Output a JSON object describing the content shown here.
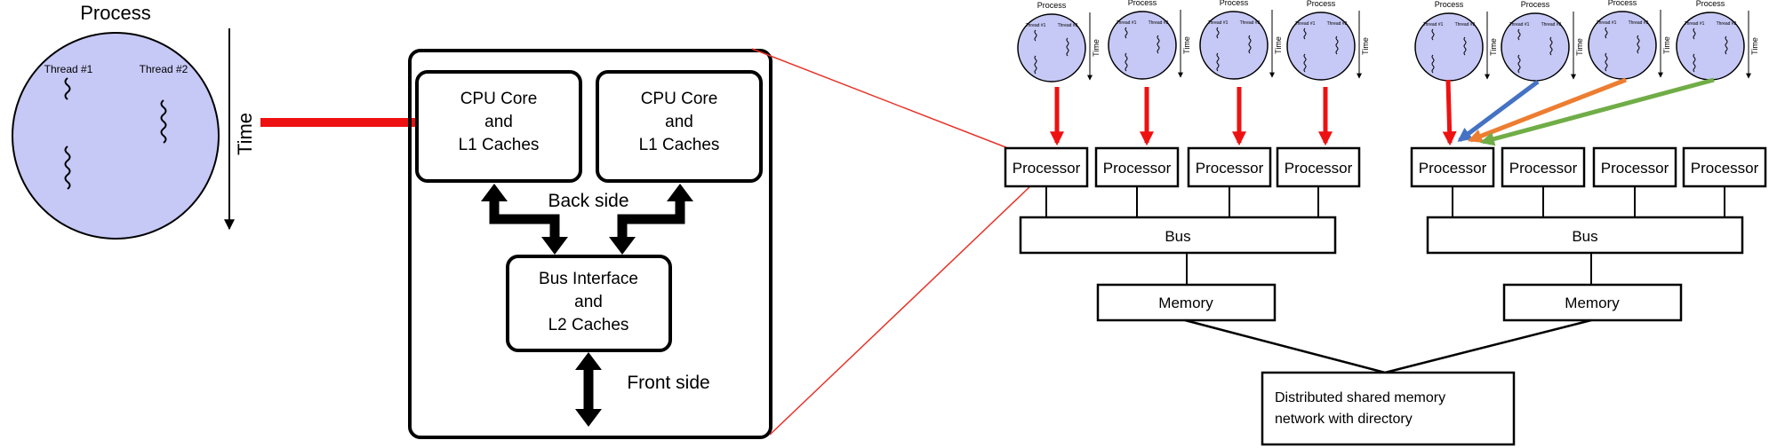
{
  "big_process": {
    "title": "Process",
    "thread1": "Thread #1",
    "thread2": "Thread #2",
    "time_label": "Time"
  },
  "cpu_chip": {
    "core_left": [
      "CPU Core",
      "and",
      "L1 Caches"
    ],
    "core_right": [
      "CPU Core",
      "and",
      "L1 Caches"
    ],
    "back_side": "Back side",
    "bus_interface": [
      "Bus Interface",
      "and",
      "L2 Caches"
    ],
    "front_side": "Front side"
  },
  "mini_process": {
    "title": "Process",
    "thread1": "Thread #1",
    "thread2": "Thread #2",
    "time_label": "Time"
  },
  "node_left": {
    "processors": [
      "Processor",
      "Processor",
      "Processor",
      "Processor"
    ],
    "bus": "Bus",
    "memory": "Memory"
  },
  "node_right": {
    "processors": [
      "Processor",
      "Processor",
      "Processor",
      "Processor"
    ],
    "bus": "Bus",
    "memory": "Memory"
  },
  "network": {
    "lines": [
      "Distributed shared memory",
      "network with directory"
    ]
  },
  "colors": {
    "process_fill": "#c6c8f5",
    "red_arrow": "#ee1111",
    "blue_arrow": "#4472c4",
    "orange_arrow": "#ed7d31",
    "green_arrow": "#70ad47",
    "zoom_line": "#e8332a"
  }
}
